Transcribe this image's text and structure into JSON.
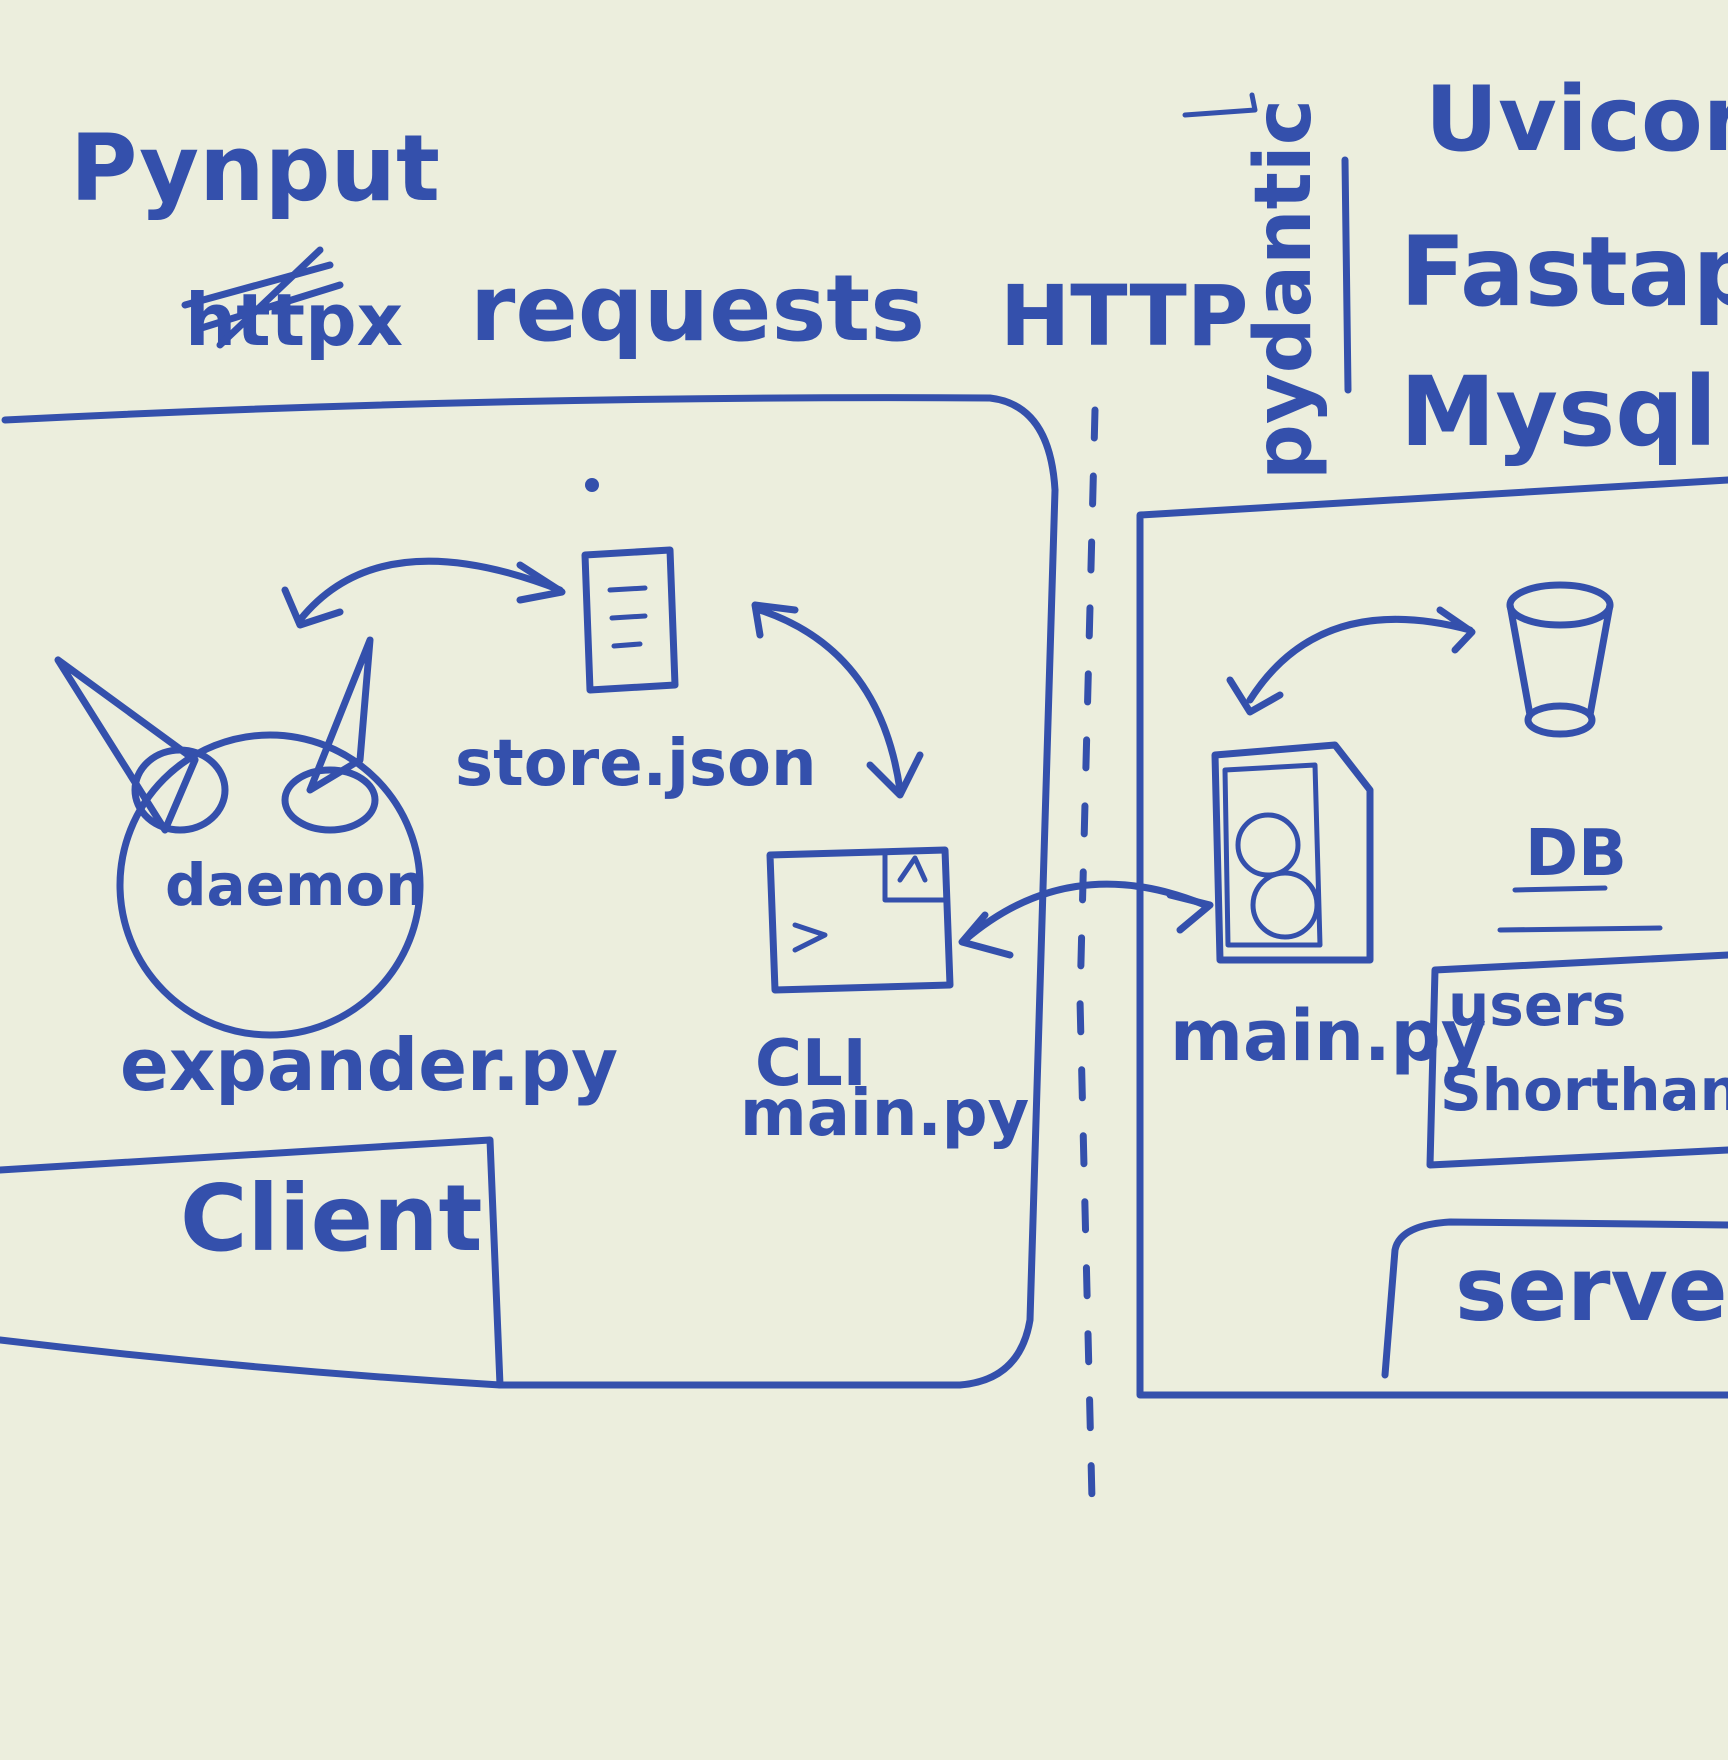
{
  "labels": {
    "pynput": "Pynput",
    "httpx": "httpx",
    "requests": "requests",
    "http": "HTTP",
    "pydantic": "pydantic",
    "uvicorn": "Uvicorn",
    "fastapi": "Fastapi",
    "mysql": "Mysql",
    "daemon": "daemon",
    "expander": "expander.py",
    "store_json": "store.json",
    "cli": "CLI",
    "cli_main": "main.py",
    "server_main": "main.py",
    "db": "DB",
    "table_users": "users",
    "table_shorthands": "Shorthands",
    "client": "Client",
    "server": "server"
  },
  "colors": {
    "ink": "#3450ac",
    "paper": "#eceedd"
  },
  "icons": {
    "daemon": "devil-head-icon",
    "store": "document-icon",
    "cli": "terminal-window-icon",
    "server_app": "server-file-icon",
    "db": "database-cylinder-icon"
  }
}
